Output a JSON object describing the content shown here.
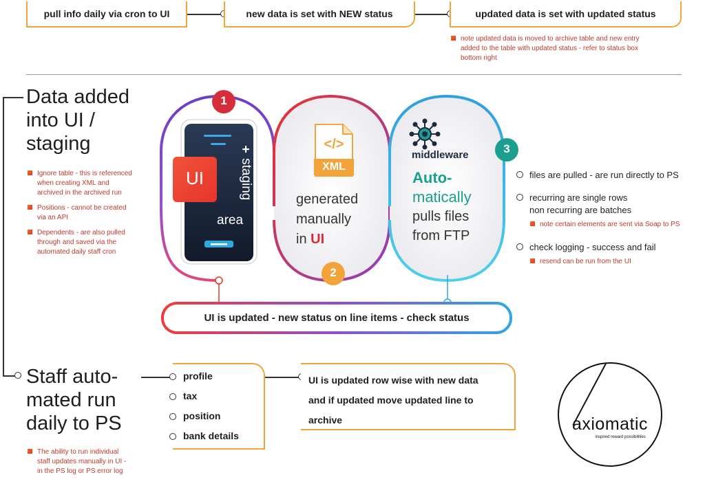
{
  "top_flow": {
    "step1": "pull info daily via cron to UI",
    "step2": "new data is set with NEW status",
    "step3": "updated data is set with updated status",
    "note": [
      "note updated data is moved to archive table and new entry",
      "added to the table with updated status - refer to status box",
      "bottom right"
    ]
  },
  "section1": {
    "title_lines": [
      "Data added",
      "into UI /",
      "staging"
    ],
    "notes": [
      [
        "Ignore table - this is referenced",
        "when creating XML and",
        "archived in the archived run"
      ],
      [
        "Positions - cannot be created",
        "via an API"
      ],
      [
        "Dependents - are also pulled",
        "through and saved via the",
        "automated daily staff cron"
      ]
    ]
  },
  "steps": {
    "badge1": "1",
    "badge2": "2",
    "badge3": "3",
    "ui_box": "UI",
    "staging_lines": [
      "+",
      "staging",
      "area"
    ],
    "xml_label": "XML",
    "xml_code": "</>",
    "generated_lines": [
      "generated",
      "manually",
      "in"
    ],
    "generated_ui": "UI",
    "middleware": "middleware",
    "auto_line1": "Auto-",
    "auto_line2": "matically",
    "auto_rest": [
      "pulls files",
      "from FTP"
    ]
  },
  "right_list": {
    "item1": "files are pulled - are run directly to PS",
    "item2_lines": [
      "recurring are single rows",
      "non recurring are batches"
    ],
    "item2_note": "note certain elements are sent via Soap to PS",
    "item3": "check logging - success and fail",
    "item3_note": "resend can be run from the UI"
  },
  "status_bar": "UI is updated - new status on line items - check status",
  "section2": {
    "title_lines": [
      "Staff auto-",
      "mated run",
      "daily to PS"
    ],
    "note": [
      "The ability to run individual",
      "staff updates manually in UI -",
      "in the PS log or PS error log"
    ],
    "items": [
      "profile",
      "tax",
      "position",
      "bank details"
    ],
    "result_lines": [
      "UI is updated row wise with new data",
      "and if updated move updated line to",
      "archive"
    ]
  },
  "logo": {
    "name": "axiomatic",
    "tagline": "inspired reward possibilities"
  },
  "colors": {
    "orange": "#f2a43a",
    "red": "#c0392b",
    "purple": "#7b3fbf",
    "blue": "#2fa8e0",
    "teal": "#1a9f8f",
    "navy": "#1c2a3f"
  }
}
